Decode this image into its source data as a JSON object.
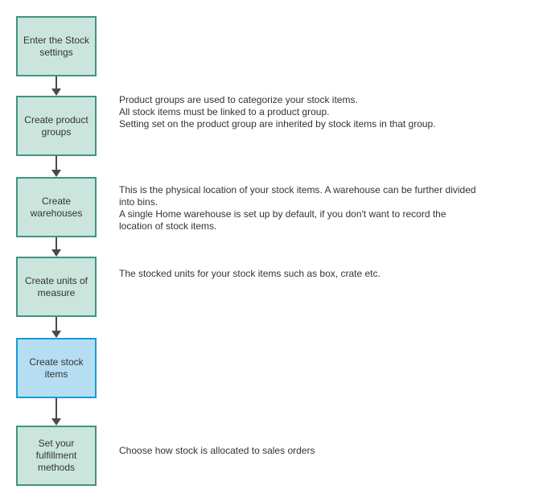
{
  "steps": [
    {
      "label": "Enter the Stock settings",
      "description": "",
      "highlighted": false
    },
    {
      "label": "Create product groups",
      "description": "Product groups are used to categorize your stock items.\nAll stock items must be linked to a product group.\nSetting set on the product group are inherited by stock items in that group.",
      "highlighted": false
    },
    {
      "label": "Create warehouses",
      "description": "This is the physical location of your stock items. A warehouse can be further divided\ninto bins.\nA single Home warehouse is set up by default, if you don't want to record the\nlocation of stock items.",
      "highlighted": false
    },
    {
      "label": "Create units of measure",
      "description": "The stocked units for your stock items such as box, crate etc.",
      "highlighted": false
    },
    {
      "label": "Create stock items",
      "description": "",
      "highlighted": true
    },
    {
      "label": "Set your fulfillment methods",
      "description": "Choose how stock is allocated to sales orders",
      "highlighted": false
    }
  ],
  "colors": {
    "teal_fill": "#cbe5dc",
    "teal_border": "#3f9484",
    "blue_fill": "#b5def2",
    "blue_border": "#199bd8",
    "arrow": "#4a4a4a",
    "text": "#333333",
    "background": "#ffffff"
  }
}
